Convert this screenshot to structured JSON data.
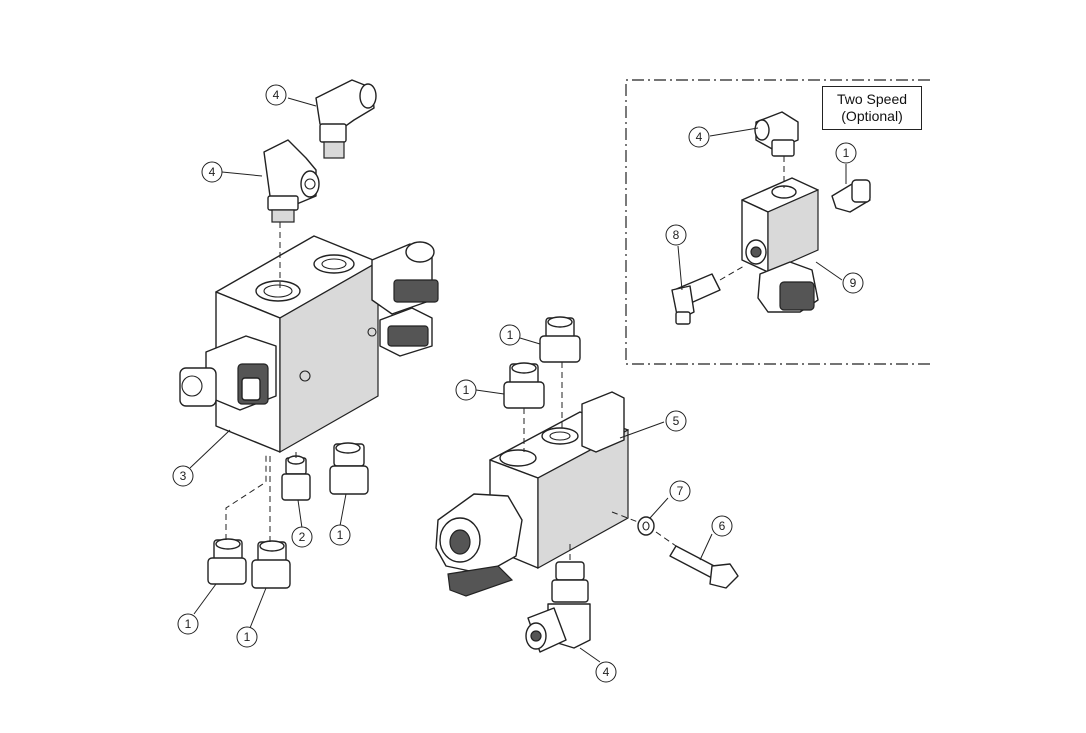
{
  "inset": {
    "title_line1": "Two Speed",
    "title_line2": "(Optional)"
  },
  "callouts": [
    {
      "id": "c-main-top-4",
      "label": "4"
    },
    {
      "id": "c-main-elbow-4",
      "label": "4"
    },
    {
      "id": "c-main-body-3",
      "label": "3"
    },
    {
      "id": "c-main-fitting-2",
      "label": "2"
    },
    {
      "id": "c-main-fitting-1a",
      "label": "1"
    },
    {
      "id": "c-main-fitting-1b",
      "label": "1"
    },
    {
      "id": "c-main-fitting-1c",
      "label": "1"
    },
    {
      "id": "c-valve-fitting-1a",
      "label": "1"
    },
    {
      "id": "c-valve-fitting-1b",
      "label": "1"
    },
    {
      "id": "c-valve-body-5",
      "label": "5"
    },
    {
      "id": "c-valve-washer-7",
      "label": "7"
    },
    {
      "id": "c-valve-bolt-6",
      "label": "6"
    },
    {
      "id": "c-valve-elbow-4",
      "label": "4"
    },
    {
      "id": "c-inset-elbow-4",
      "label": "4"
    },
    {
      "id": "c-inset-fitting-1",
      "label": "1"
    },
    {
      "id": "c-inset-connector-8",
      "label": "8"
    },
    {
      "id": "c-inset-valve-9",
      "label": "9"
    }
  ]
}
